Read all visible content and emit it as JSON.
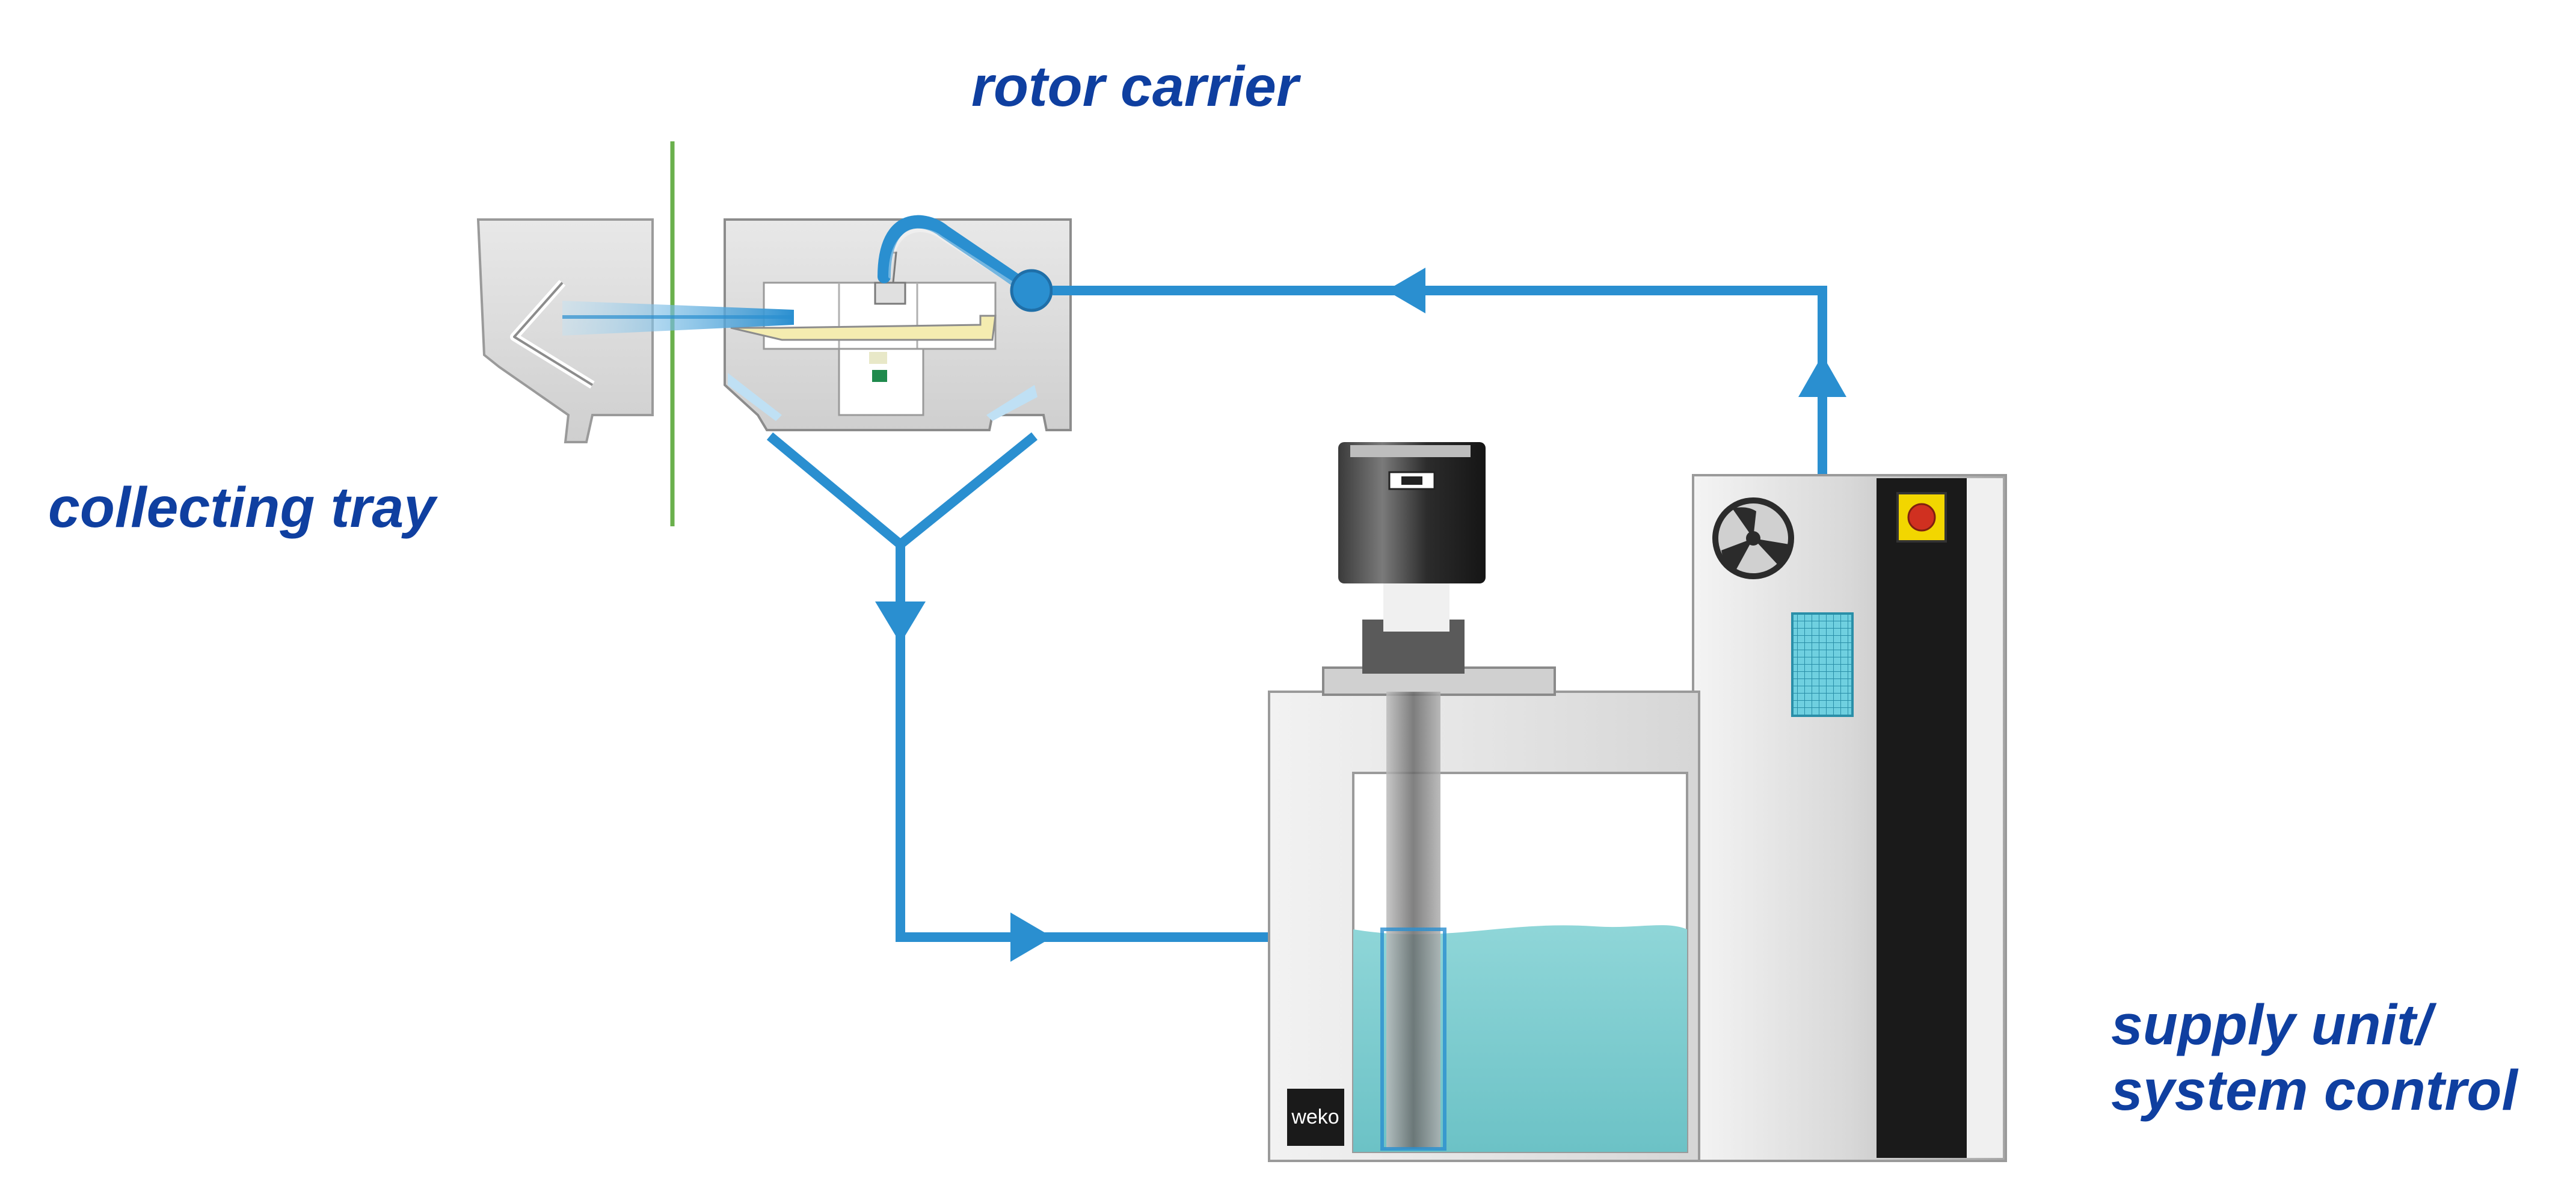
{
  "labels": {
    "rotor_carrier": "rotor carrier",
    "collecting_tray": "collecting tray",
    "supply_unit_line1": "supply unit/",
    "supply_unit_line2": "system control"
  },
  "brand": "weko",
  "colors": {
    "label_text": "#0f3fa0",
    "flow_line": "#2a8fd0",
    "tank_liquid": "#7fcdd0",
    "divider": "#6ab04c",
    "cabinet_stripe": "#1a1a1a",
    "indicator": "#f2d600",
    "indicator_center": "#d03020"
  },
  "icons": {
    "fan": "fan-icon",
    "flow_arrow": "flow-arrow-icon",
    "pump": "pump-motor-icon",
    "filter": "filter-grid-icon"
  }
}
